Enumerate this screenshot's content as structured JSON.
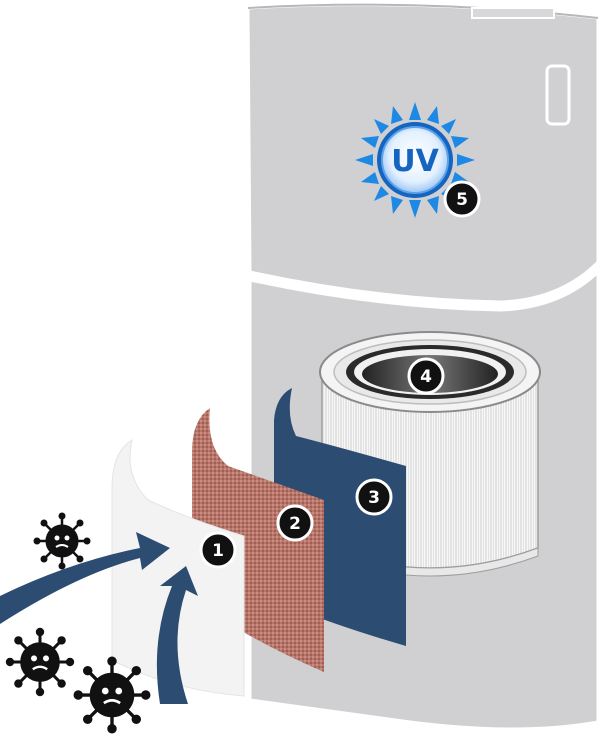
{
  "uv_label": "UV",
  "badges": [
    "1",
    "2",
    "3",
    "4",
    "5"
  ],
  "colors": {
    "housing": "#d0d0d2",
    "housing_outline": "#ffffff",
    "pre_filter": "#f2f2f2",
    "carbon_filter": "#b8766a",
    "layer_three": "#2c4c72",
    "hepa_cylinder": "#f4f4f4",
    "uv_blue": "#1565c0",
    "uv_ray": "#1e88e5",
    "arrow": "#2c4c72",
    "virus": "#111111",
    "badge_fill": "#111111",
    "badge_text": "#ffffff"
  },
  "icons": [
    "uv-sun-icon",
    "virus-icon",
    "airflow-arrow-icon"
  ]
}
